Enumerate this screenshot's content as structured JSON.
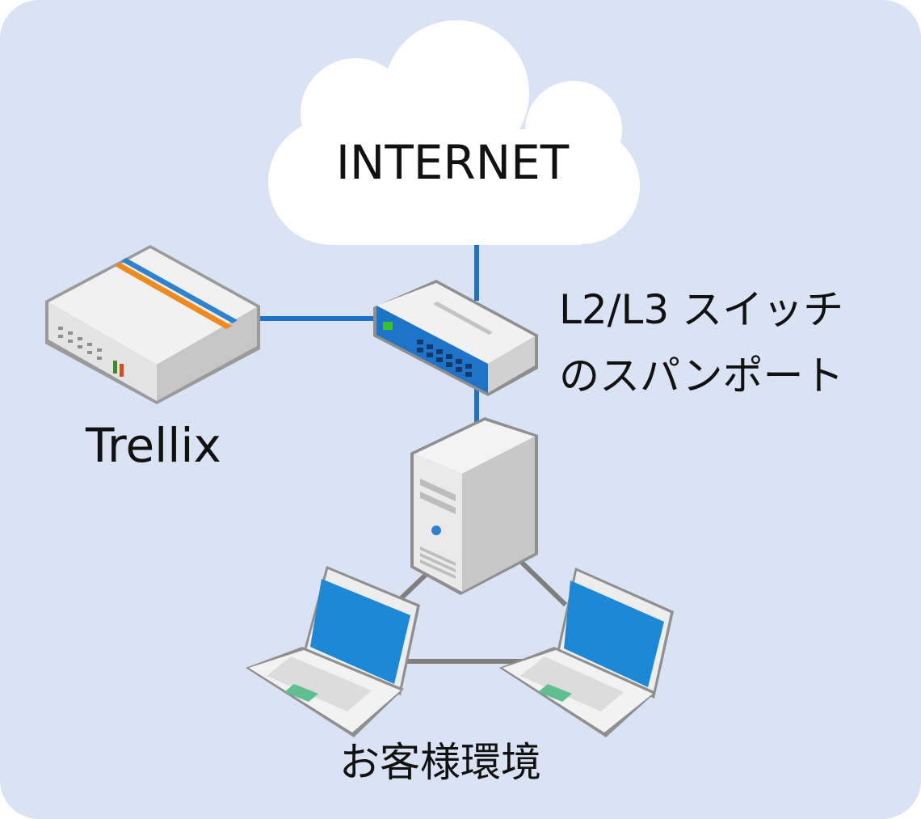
{
  "diagram": {
    "background_color": "#dae3f3",
    "link_colors": {
      "uplink": "#1a73c6",
      "lan": "#7f7f7f"
    },
    "nodes": {
      "internet": {
        "label": "INTERNET",
        "icon": "cloud-icon"
      },
      "switch": {
        "label_line1": "L2/L3 スイッチ",
        "label_line2": "のスパンポート",
        "icon": "network-switch-icon"
      },
      "trellix": {
        "label": "Trellix",
        "icon": "appliance-icon"
      },
      "server": {
        "icon": "tower-server-icon"
      },
      "laptop_left": {
        "icon": "laptop-icon"
      },
      "laptop_right": {
        "icon": "laptop-icon"
      },
      "customer": {
        "label": "お客様環境"
      }
    }
  }
}
